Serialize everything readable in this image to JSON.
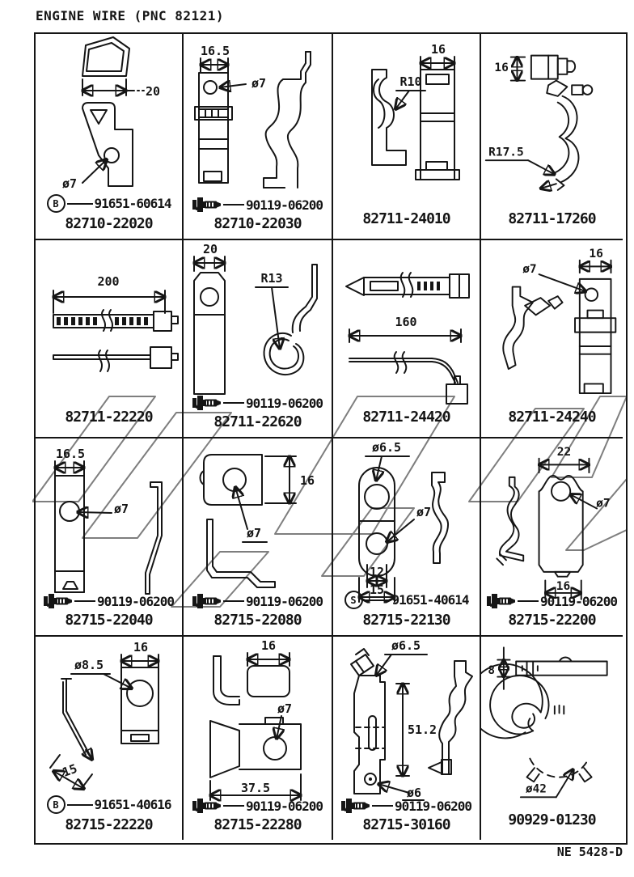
{
  "title": "ENGINE WIRE (PNC 82121)",
  "sheet_code": "NE 5428-D",
  "colors": {
    "line": "#151515",
    "watermark": "#c5c5c5"
  },
  "icons": {
    "bolt": "bolt-icon",
    "circled_b": "B",
    "circled_s": "S"
  },
  "cells": [
    {
      "part_number": "82710-22020",
      "hw_badge": "B",
      "hw_number": "91651-60614",
      "dims": [
        "20",
        "ø7"
      ]
    },
    {
      "part_number": "82710-22030",
      "hw_icon": "bolt",
      "hw_number": "90119-06200",
      "dims": [
        "16.5",
        "ø7"
      ]
    },
    {
      "part_number": "82711-24010",
      "dims": [
        "16",
        "R10"
      ]
    },
    {
      "part_number": "82711-17260",
      "dims": [
        "16",
        "R17.5"
      ]
    },
    {
      "part_number": "82711-22220",
      "dims": [
        "200"
      ]
    },
    {
      "part_number": "82711-22620",
      "hw_icon": "bolt",
      "hw_number": "90119-06200",
      "dims": [
        "20",
        "R13"
      ]
    },
    {
      "part_number": "82711-24420",
      "dims": [
        "160"
      ]
    },
    {
      "part_number": "82711-24240",
      "dims": [
        "16",
        "ø7"
      ]
    },
    {
      "part_number": "82715-22040",
      "hw_icon": "bolt",
      "hw_number": "90119-06200",
      "dims": [
        "16.5",
        "ø7"
      ]
    },
    {
      "part_number": "82715-22080",
      "hw_icon": "bolt",
      "hw_number": "90119-06200",
      "dims": [
        "16",
        "ø7"
      ]
    },
    {
      "part_number": "82715-22130",
      "hw_badge": "S",
      "hw_number": "91651-40614",
      "dims": [
        "ø6.5",
        "ø7",
        "12",
        "15"
      ]
    },
    {
      "part_number": "82715-22200",
      "hw_icon": "bolt",
      "hw_number": "90119-06200",
      "dims": [
        "22",
        "ø7",
        "16"
      ]
    },
    {
      "part_number": "82715-22220",
      "hw_badge": "B",
      "hw_number": "91651-40616",
      "dims": [
        "16",
        "ø8.5",
        "15"
      ]
    },
    {
      "part_number": "82715-22280",
      "hw_icon": "bolt",
      "hw_number": "90119-06200",
      "dims": [
        "16",
        "ø7",
        "37.5"
      ]
    },
    {
      "part_number": "82715-30160",
      "hw_icon": "bolt",
      "hw_number": "90119-06200",
      "dims": [
        "ø6.5",
        "51.2",
        "ø6"
      ]
    },
    {
      "part_number": "90929-01230",
      "dims": [
        "8",
        "ø42"
      ]
    }
  ]
}
